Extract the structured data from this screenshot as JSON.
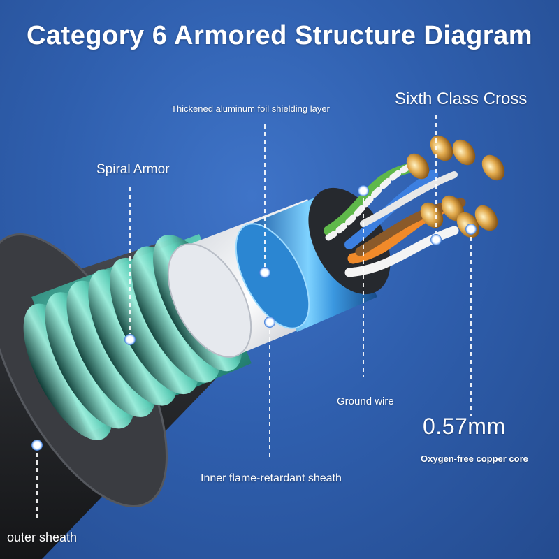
{
  "title": "Category 6 Armored Structure Diagram",
  "labels": {
    "foil": "Thickened aluminum foil shielding layer",
    "cross": "Sixth Class Cross",
    "armor": "Spiral Armor",
    "ground": "Ground wire",
    "size": "0.57mm",
    "copper": "Oxygen-free copper core",
    "inner": "Inner flame-retardant sheath",
    "outer": "outer sheath"
  },
  "colors": {
    "background": "#2f5fae",
    "armor": "#3fae9c",
    "foil": "#3a8fd6",
    "outer_sheath": "#2a2c30",
    "inner_sheath": "#e8eaee",
    "copper": "#d9a046",
    "pair_orange": "#f08a2a",
    "pair_green": "#5fb84a",
    "pair_blue": "#3c7fe0",
    "pair_brown": "#8a5a2a"
  }
}
